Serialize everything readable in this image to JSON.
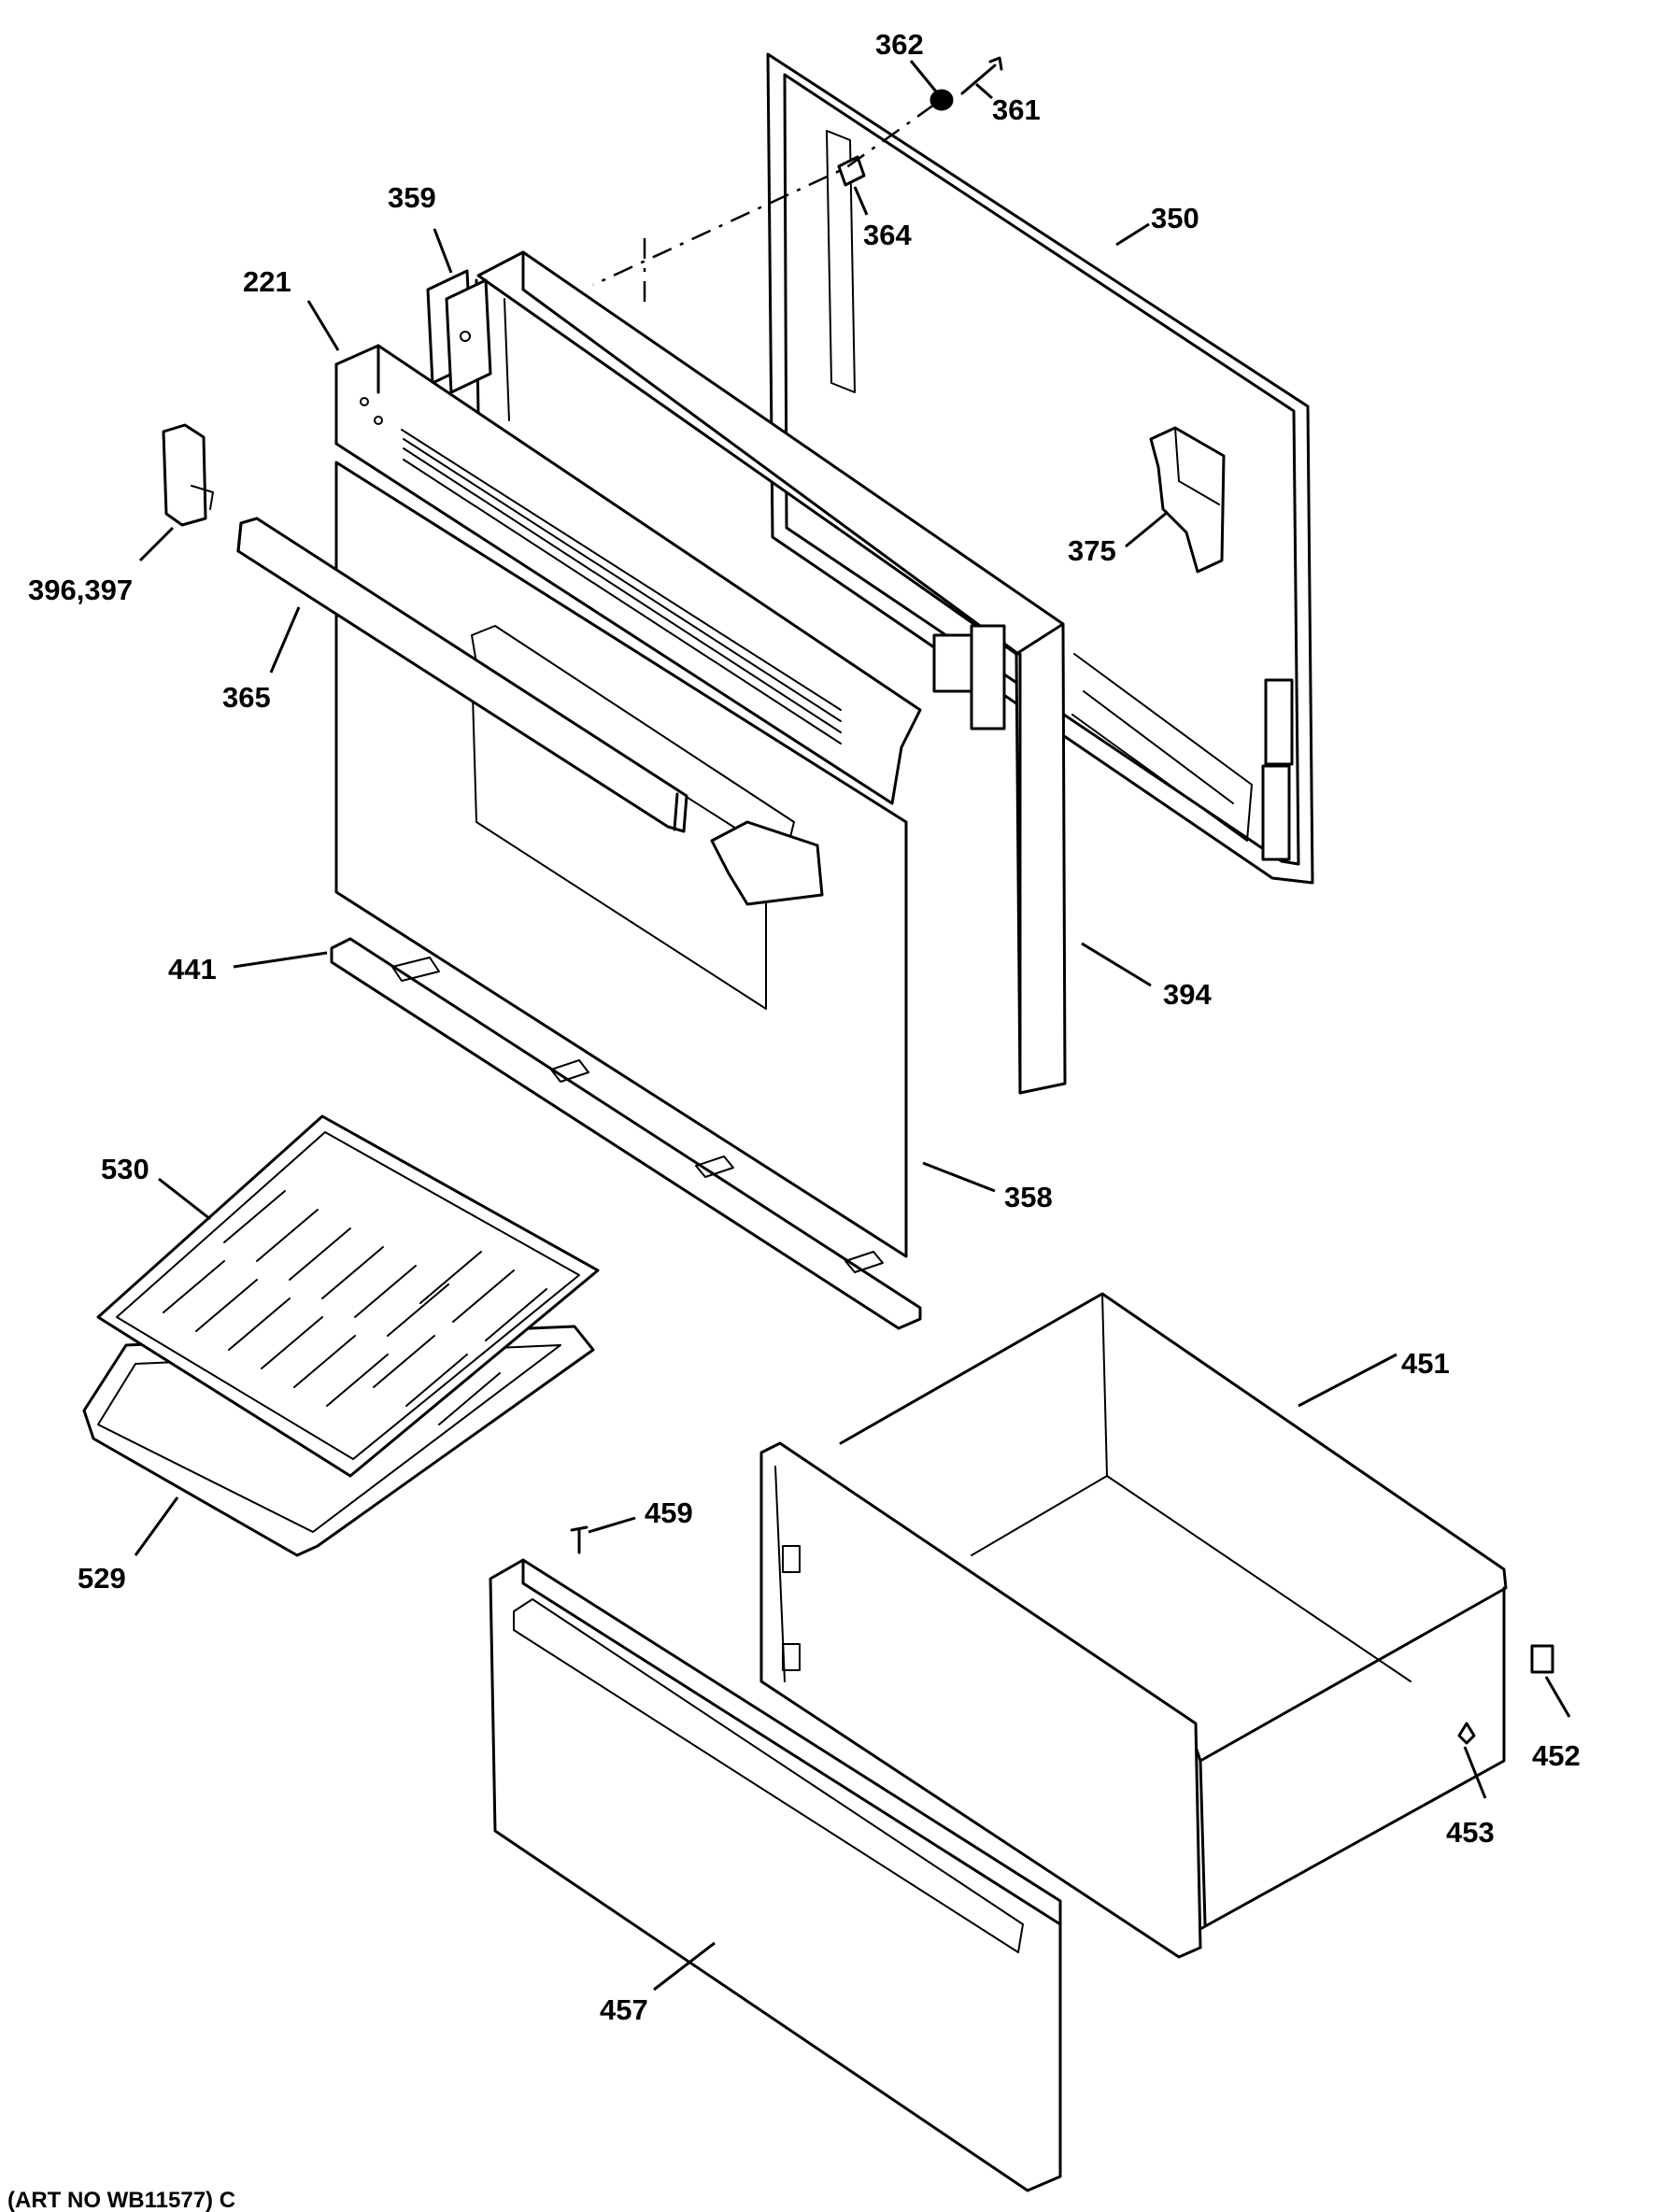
{
  "callouts": {
    "p362": "362",
    "p361": "361",
    "p364": "364",
    "p350": "350",
    "p359": "359",
    "p221": "221",
    "p396_397": "396,397",
    "p375": "375",
    "p365": "365",
    "p394": "394",
    "p441": "441",
    "p358": "358",
    "p530": "530",
    "p451": "451",
    "p459": "459",
    "p529": "529",
    "p452": "452",
    "p453": "453",
    "p457": "457"
  },
  "caption": "(ART NO WB11577) C"
}
